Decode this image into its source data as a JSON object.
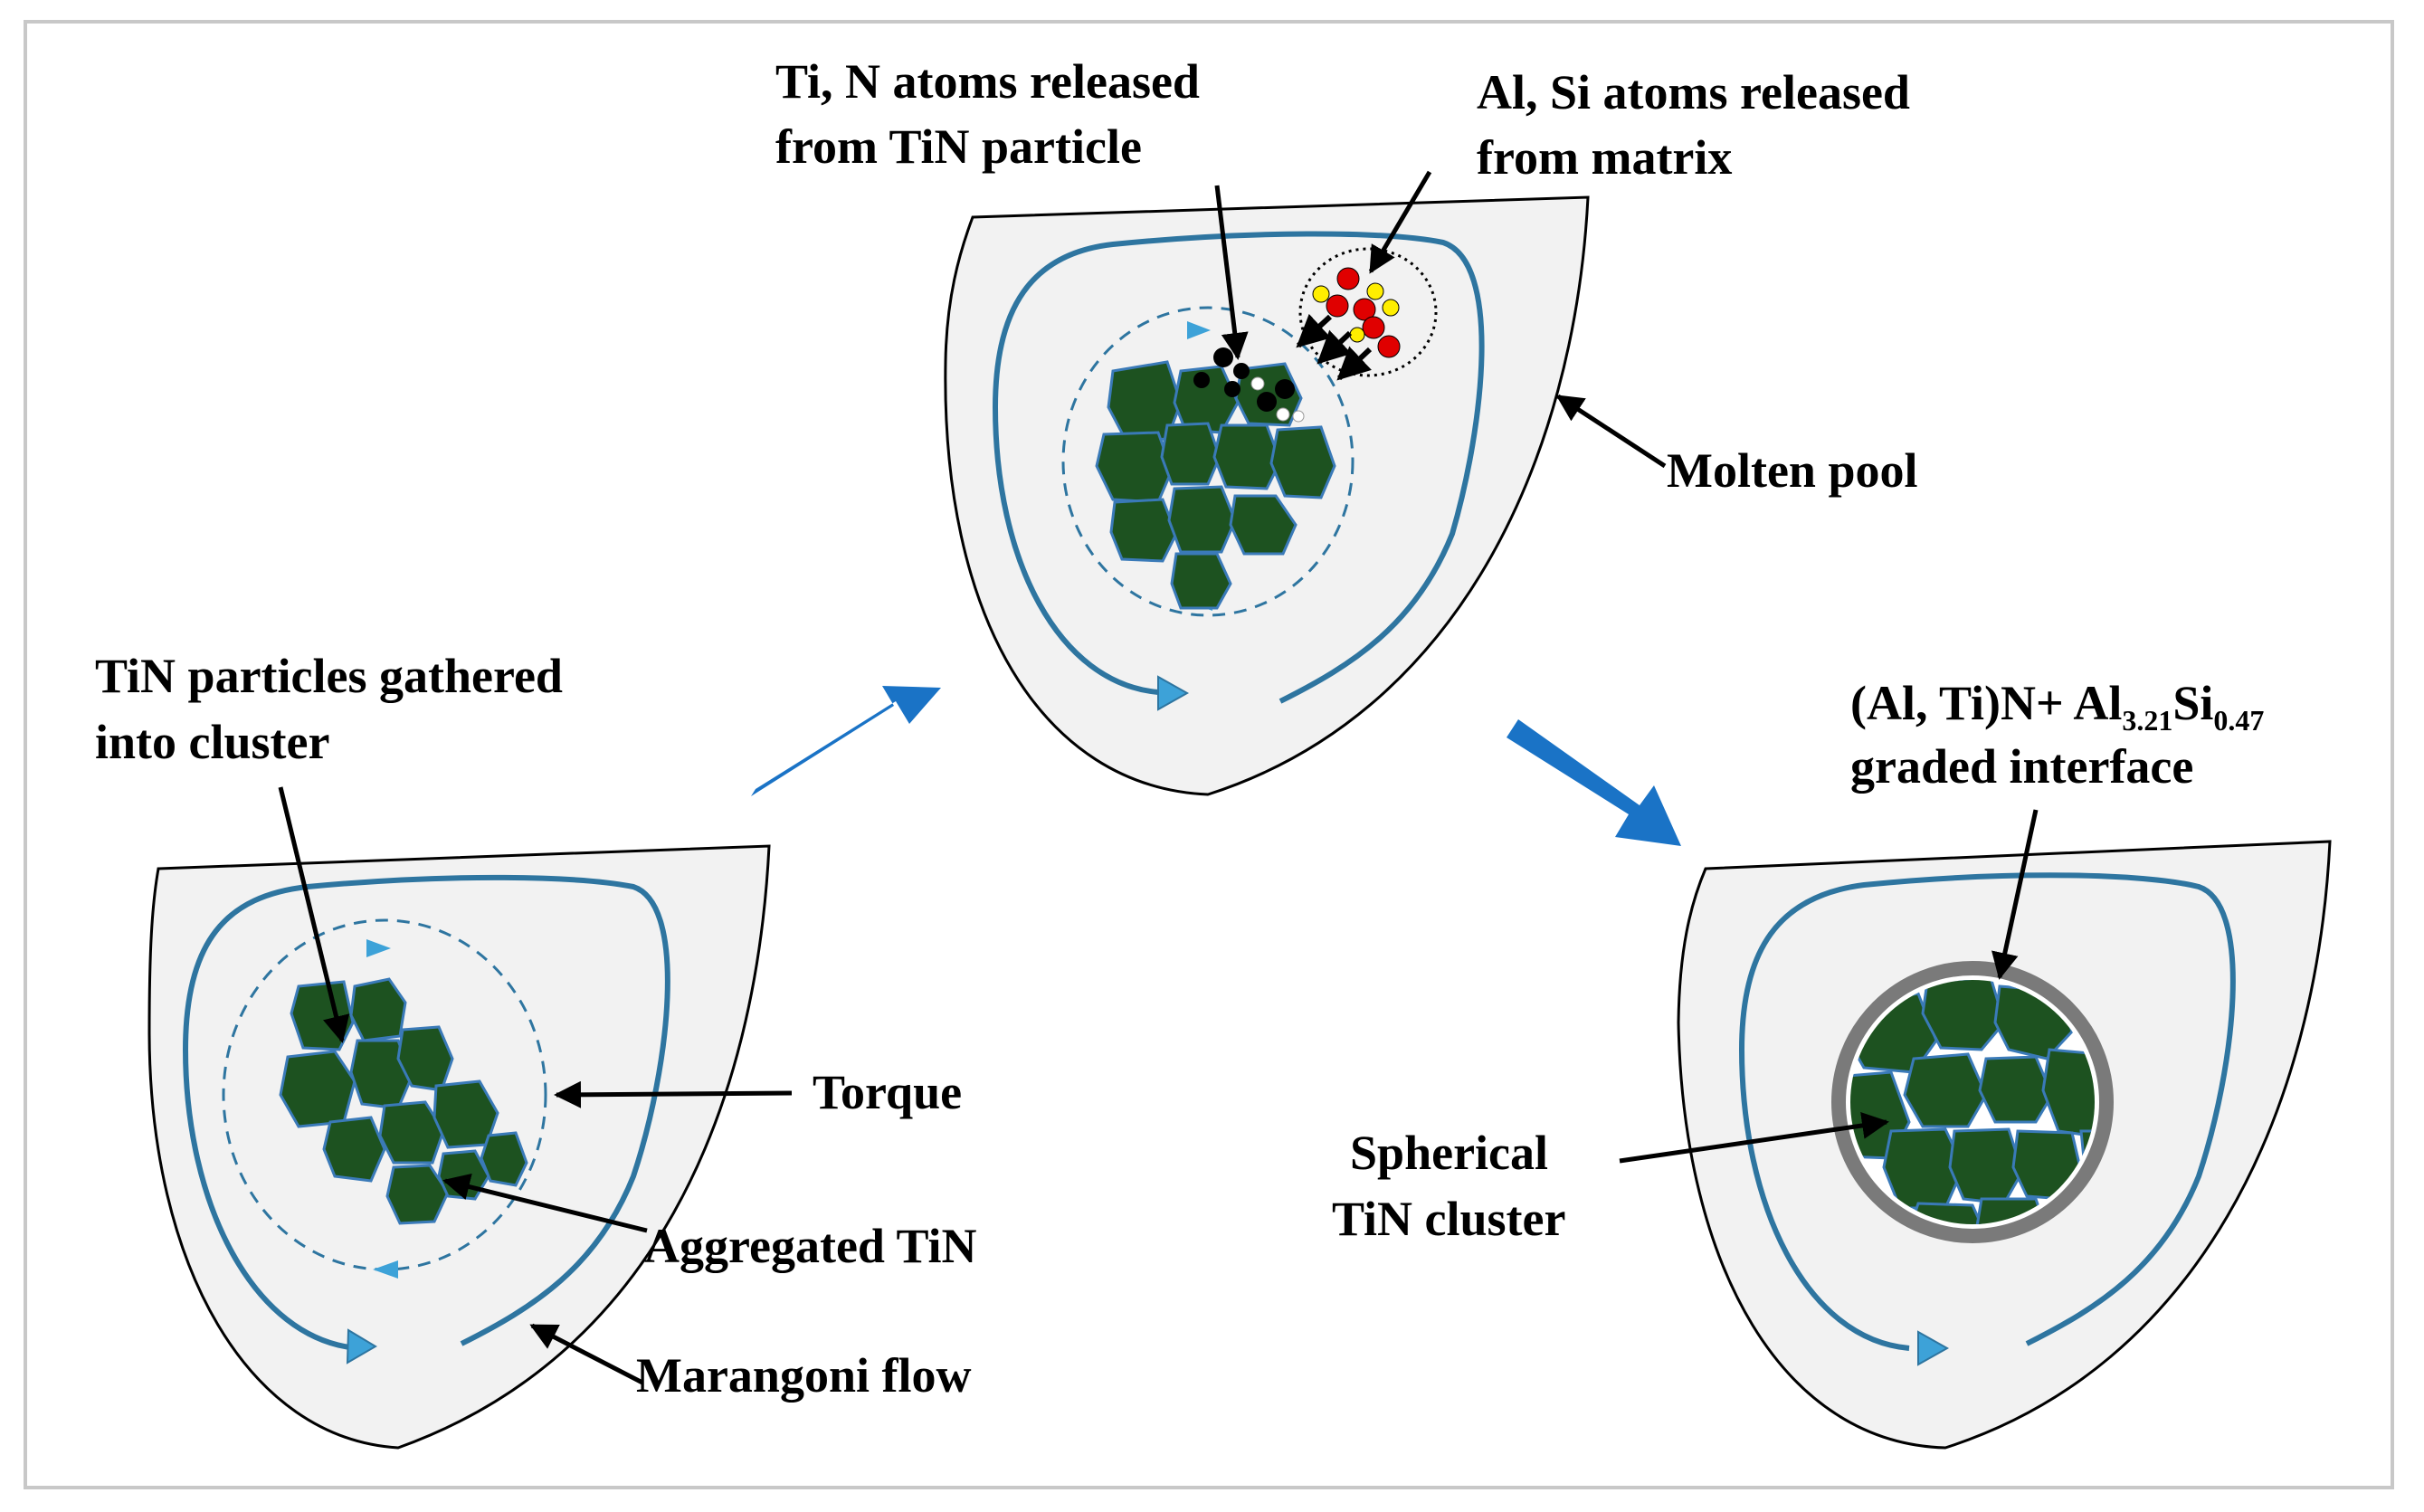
{
  "labels": {
    "ti_n_released_1": "Ti, N atoms released",
    "ti_n_released_2": "from TiN particle",
    "al_si_released_1": "Al, Si atoms released",
    "al_si_released_2": "from matrix",
    "molten_pool": "Molten pool",
    "tin_gathered_1": "TiN particles gathered",
    "tin_gathered_2": "into cluster",
    "torque": "Torque",
    "aggregated_tin": "Aggregated TiN",
    "marangoni_flow": "Marangoni flow",
    "interface_prefix": "(Al, Ti)N+ Al",
    "interface_sub1": "3.21",
    "interface_mid": "Si",
    "interface_sub2": "0.47",
    "interface_2": "graded interface",
    "spherical_1": "Spherical",
    "spherical_2": "TiN cluster"
  },
  "colors": {
    "pool_fill": "#f2f2f2",
    "flow_line": "#2e75a0",
    "flow_arrowhead": "#3da2d8",
    "particle_fill": "#1d5220",
    "particle_edge": "#3a7ab8",
    "big_arrow": "#1a73c6",
    "interface_ring": "#7a7a7a",
    "atom_red": "#e00000",
    "atom_yellow": "#ffee00",
    "atom_black": "#000000"
  }
}
